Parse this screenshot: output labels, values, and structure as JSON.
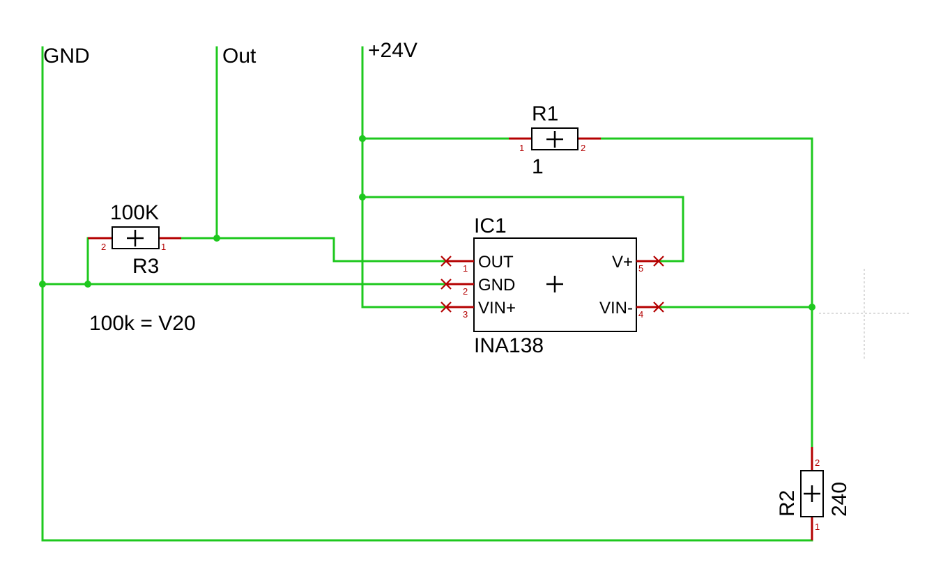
{
  "nets": {
    "gnd": "GND",
    "out": "Out",
    "vplus24": "+24V"
  },
  "r1": {
    "name": "R1",
    "value": "1",
    "pin1": "1",
    "pin2": "2"
  },
  "r2": {
    "name": "R2",
    "value": "240",
    "pin1": "1",
    "pin2": "2"
  },
  "r3": {
    "name": "R3",
    "value": "100K",
    "pin1": "1",
    "pin2": "2"
  },
  "ic1": {
    "name": "IC1",
    "value": "INA138",
    "pins": [
      {
        "label": "OUT",
        "num": "1"
      },
      {
        "label": "GND",
        "num": "2"
      },
      {
        "label": "VIN+",
        "num": "3"
      },
      {
        "label": "VIN-",
        "num": "4"
      },
      {
        "label": "V+",
        "num": "5"
      }
    ]
  },
  "note": "100k = V20",
  "colors": {
    "wire": "#1ec81e",
    "pin": "#b40000",
    "body": "#000000"
  }
}
